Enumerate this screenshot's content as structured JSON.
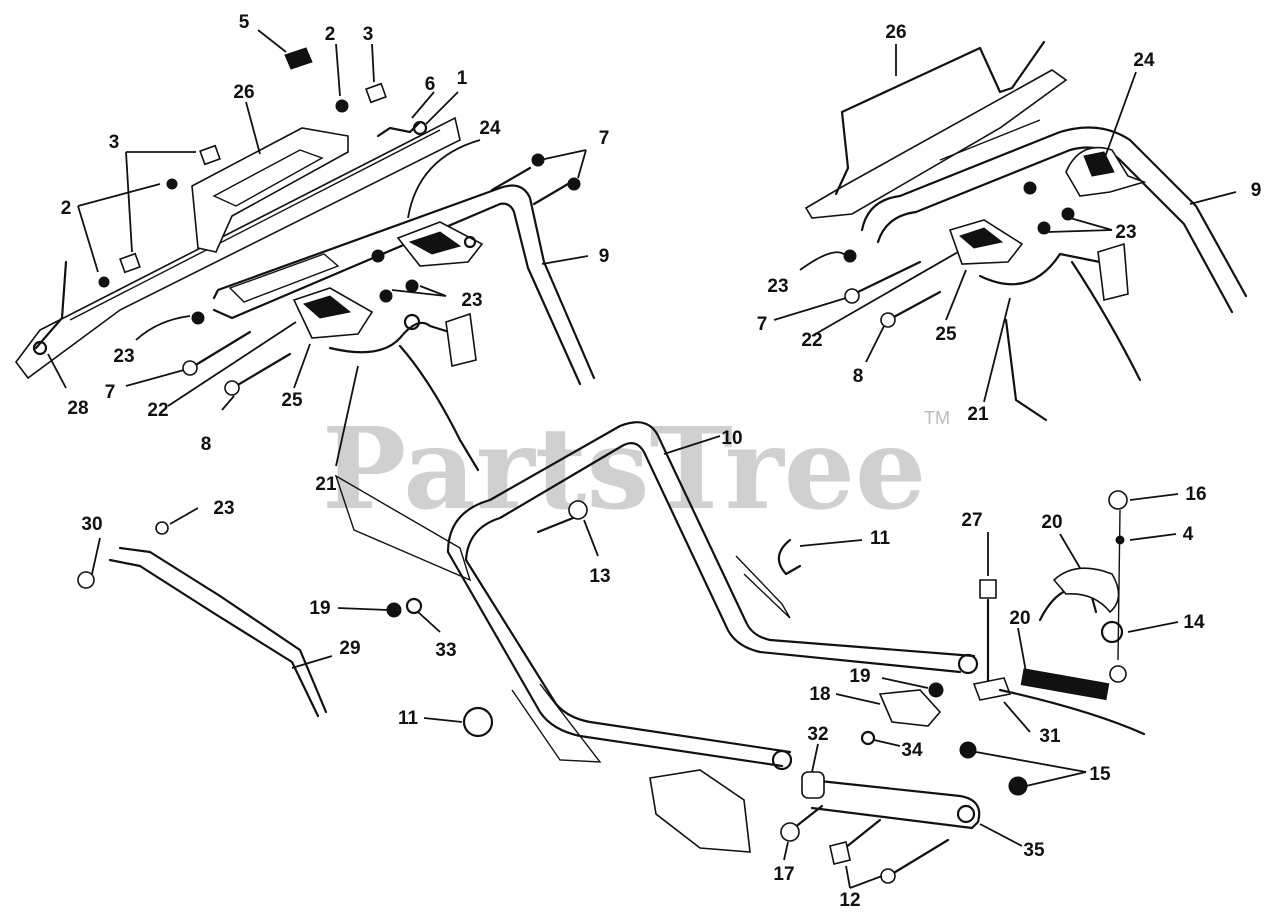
{
  "watermark": {
    "text": "PartsTree",
    "trademark": "TM"
  },
  "callouts": [
    {
      "id": "c5a",
      "label": "5"
    },
    {
      "id": "c2a",
      "label": "2"
    },
    {
      "id": "c3a",
      "label": "3"
    },
    {
      "id": "c6",
      "label": "6"
    },
    {
      "id": "c1",
      "label": "1"
    },
    {
      "id": "c26a",
      "label": "26"
    },
    {
      "id": "c3b",
      "label": "3"
    },
    {
      "id": "c2b",
      "label": "2"
    },
    {
      "id": "c24a",
      "label": "24"
    },
    {
      "id": "c7a",
      "label": "7"
    },
    {
      "id": "c9a",
      "label": "9"
    },
    {
      "id": "c23a",
      "label": "23"
    },
    {
      "id": "c23b",
      "label": "23"
    },
    {
      "id": "c28",
      "label": "28"
    },
    {
      "id": "c7b",
      "label": "7"
    },
    {
      "id": "c22a",
      "label": "22"
    },
    {
      "id": "c25a",
      "label": "25"
    },
    {
      "id": "c8a",
      "label": "8"
    },
    {
      "id": "c21a",
      "label": "21"
    },
    {
      "id": "c26b",
      "label": "26"
    },
    {
      "id": "c24b",
      "label": "24"
    },
    {
      "id": "c9b",
      "label": "9"
    },
    {
      "id": "c23c",
      "label": "23"
    },
    {
      "id": "c23d",
      "label": "23"
    },
    {
      "id": "c7c",
      "label": "7"
    },
    {
      "id": "c22b",
      "label": "22"
    },
    {
      "id": "c25b",
      "label": "25"
    },
    {
      "id": "c8b",
      "label": "8"
    },
    {
      "id": "c21b",
      "label": "21"
    },
    {
      "id": "c10",
      "label": "10"
    },
    {
      "id": "c16",
      "label": "16"
    },
    {
      "id": "c30",
      "label": "30"
    },
    {
      "id": "c23e",
      "label": "23"
    },
    {
      "id": "c27",
      "label": "27"
    },
    {
      "id": "c20a",
      "label": "20"
    },
    {
      "id": "c4",
      "label": "4"
    },
    {
      "id": "c13",
      "label": "13"
    },
    {
      "id": "c11a",
      "label": "11"
    },
    {
      "id": "c19a",
      "label": "19"
    },
    {
      "id": "c33",
      "label": "33"
    },
    {
      "id": "c20b",
      "label": "20"
    },
    {
      "id": "c14",
      "label": "14"
    },
    {
      "id": "c29",
      "label": "29"
    },
    {
      "id": "c19b",
      "label": "19"
    },
    {
      "id": "c18",
      "label": "18"
    },
    {
      "id": "c11b",
      "label": "11"
    },
    {
      "id": "c31",
      "label": "31"
    },
    {
      "id": "c32",
      "label": "32"
    },
    {
      "id": "c34",
      "label": "34"
    },
    {
      "id": "c15",
      "label": "15"
    },
    {
      "id": "c17",
      "label": "17"
    },
    {
      "id": "c35",
      "label": "35"
    },
    {
      "id": "c12",
      "label": "12"
    }
  ]
}
